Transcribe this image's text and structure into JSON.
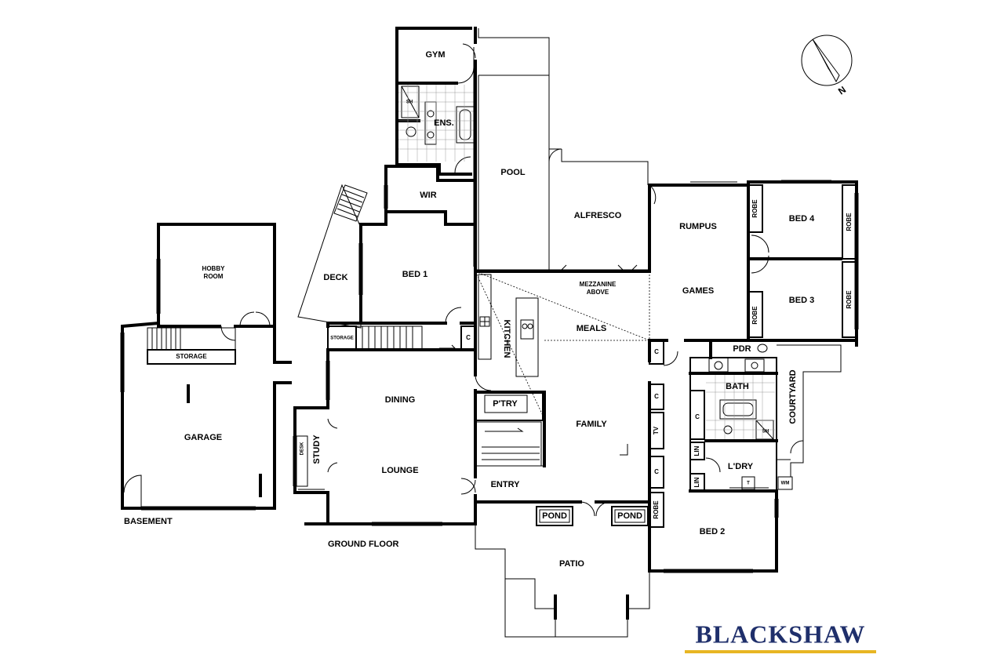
{
  "compass": {
    "icon": "north-arrow-icon",
    "label": "N"
  },
  "floors": {
    "basement": "BASEMENT",
    "ground": "GROUND FLOOR"
  },
  "rooms": {
    "gym": "GYM",
    "ens": "ENS.",
    "sh_ens": "SH",
    "wir": "WIR",
    "pool": "POOL",
    "alfresco": "ALFRESCO",
    "deck": "DECK",
    "bed1": "BED 1",
    "rumpus": "RUMPUS",
    "games": "GAMES",
    "bed4": "BED 4",
    "bed3": "BED 3",
    "robe_bed4_left": "ROBE",
    "robe_bed4_right": "ROBE",
    "robe_bed3_left": "ROBE",
    "robe_bed3_right": "ROBE",
    "mezzanine_line1": "MEZZANINE",
    "mezzanine_line2": "ABOVE",
    "meals": "MEALS",
    "kitchen": "KITCHEN",
    "pantry": "P'TRY",
    "cupboard_kitchen": "C",
    "storage_ground": "STORAGE",
    "hobby_line1": "HOBBY",
    "hobby_line2": "ROOM",
    "storage_basement": "STORAGE",
    "garage": "GARAGE",
    "dining": "DINING",
    "lounge": "LOUNGE",
    "study": "STUDY",
    "desk": "DESK",
    "family": "FAMILY",
    "entry": "ENTRY",
    "pond_left": "POND",
    "pond_right": "POND",
    "patio": "PATIO",
    "pdr": "PDR",
    "bath": "BATH",
    "sh_bath": "SH",
    "courtyard": "COURTYARD",
    "laundry": "L'DRY",
    "wm": "WM",
    "t": "T",
    "lin_upper": "LIN",
    "lin_lower": "LIN",
    "c_upper": "C",
    "c_family1": "C",
    "c_tv": "TV",
    "c_family2": "C",
    "c_bath": "C",
    "robe_bed2": "ROBE",
    "bed2": "BED 2"
  },
  "brand": {
    "name": "BLACKSHAW",
    "color": "#1f2f6b",
    "underline_color": "#e8b623"
  }
}
